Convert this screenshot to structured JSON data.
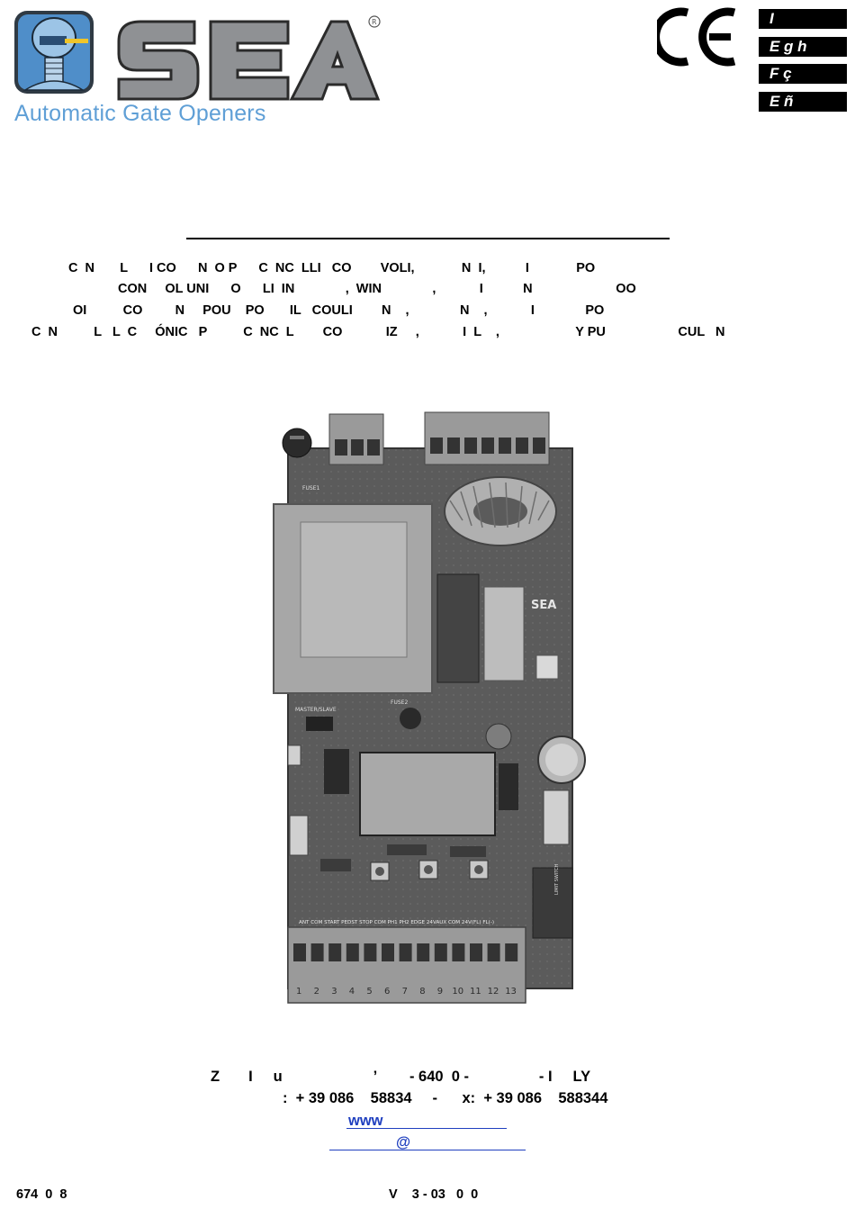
{
  "header": {
    "logo_alt": "SEA",
    "logo_tagline": "Automatic Gate Openers",
    "ce_mark": "CE",
    "languages": [
      "I",
      "E g h",
      "F ç",
      "E ñ"
    ]
  },
  "title_lines": [
    "C  N       L      I CO      N  O P      C  NC  LLI   CO        VOLI,             N  I,           I             PO",
    "CON     OL UNI      O      LI  IN              ,  WIN              ,            I           N                       OO",
    "OI          CO         N     POU    PO       IL   COULI        N    ,              N    ,            I              PO",
    "C  N          L   L  C     ÓNIC   P          C  NC  L        CO            IZ     ,            I  L    ,                     Y PU                    CUL   N"
  ],
  "board_labels": {
    "fuse1": "FUSE1",
    "fuse2": "FUSE2",
    "master_slave": "MASTER/SLAVE",
    "brand": "SEA",
    "limit_switch": "LIMIT SWITCH",
    "terminals": "ANT COM START PEDST STOP COM PH1 PH2 EDGE 24VAUX COM 24V(FL) FL(-)",
    "numbers": [
      "1",
      "2",
      "3",
      "4",
      "5",
      "6",
      "7",
      "8",
      "9",
      "10",
      "11",
      "12",
      "13"
    ]
  },
  "contacts": {
    "line1": "Z       I     u                      ’        - 640  0 -                 - I     LY",
    "line2": ":  + 39 086    58834     -      x:  + 39 086    588344",
    "web": "www",
    "email": "@"
  },
  "footer": {
    "code": "674  0  8",
    "version": "V    3 - 03   0  0"
  },
  "colors": {
    "tagline": "#5f9fd6",
    "logo_gray": "#8f9194",
    "link": "#1f3fbf"
  }
}
